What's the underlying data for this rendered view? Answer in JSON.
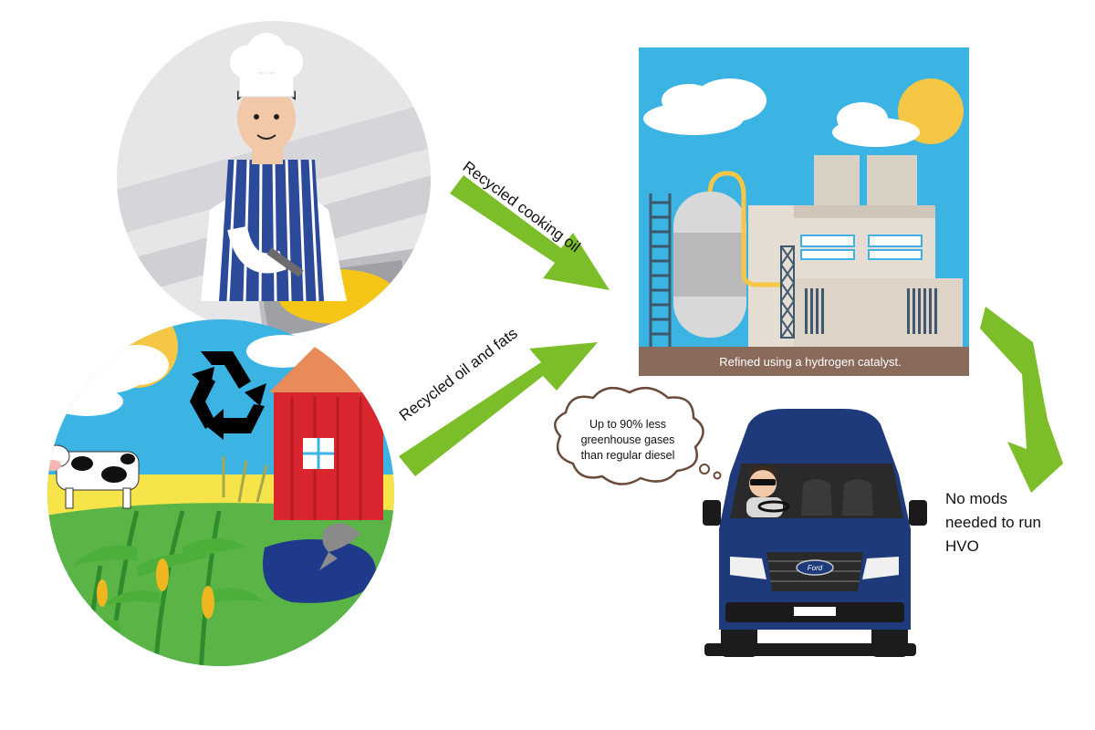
{
  "labels": {
    "cooking_oil": "Recycled cooking oil",
    "oil_fats": "Recycled oil and fats",
    "refinery_caption": "Refined using a hydrogen catalyst.",
    "thought_line1": "Up to 90% less",
    "thought_line2": "greenhouse gases",
    "thought_line3": "than regular diesel",
    "no_mods_line1": "No mods",
    "no_mods_line2": "needed to run",
    "no_mods_line3": "HVO",
    "van_badge": "Ford"
  },
  "colors": {
    "arrow_green": "#7cbd2a",
    "sky_blue": "#3bb3e3",
    "van_blue": "#1f3a7a",
    "barn_red": "#d9262e",
    "ground_brown": "#8a6a5a"
  }
}
